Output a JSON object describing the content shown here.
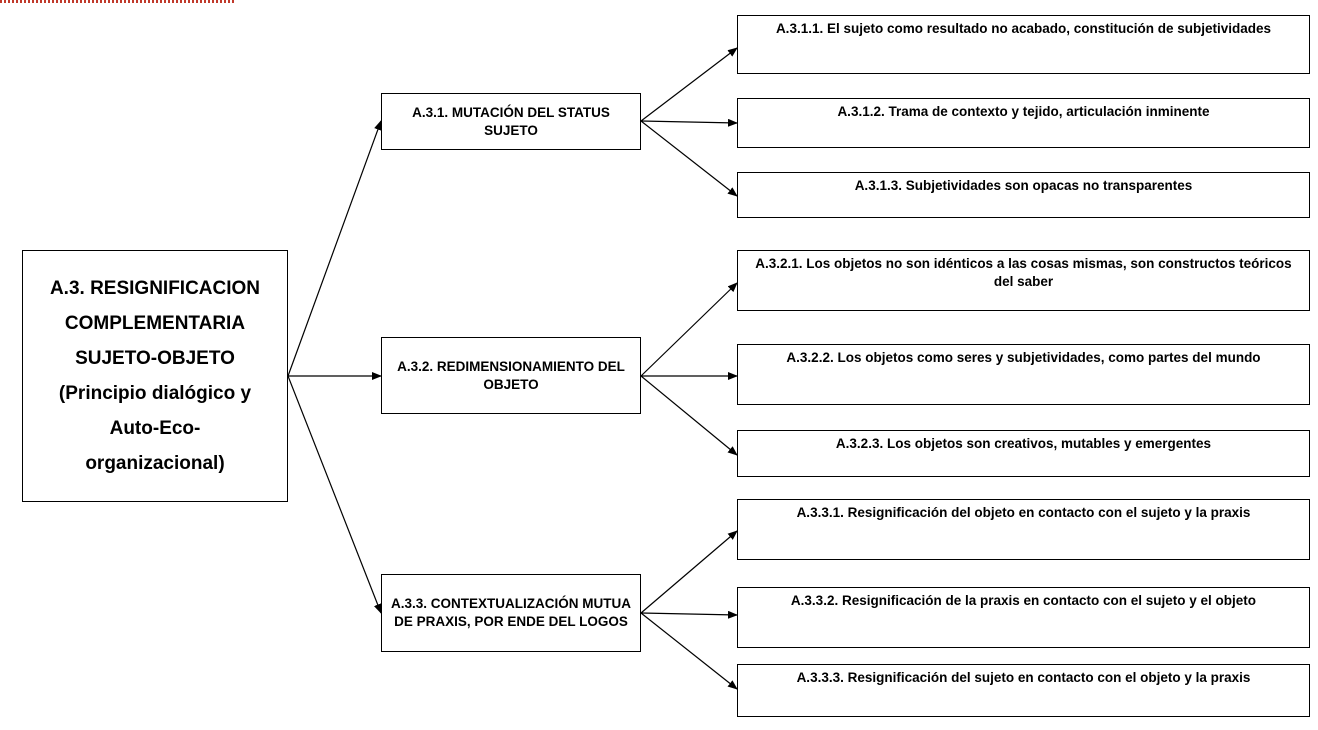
{
  "root": {
    "lines": [
      "A.3. RESIGNIFICACION",
      "COMPLEMENTARIA",
      "SUJETO-OBJETO",
      "(Principio dialógico y",
      "Auto-Eco-",
      "organizacional)"
    ]
  },
  "branches": [
    {
      "label": "A.3.1. MUTACIÓN DEL STATUS SUJETO",
      "children": [
        "A.3.1.1. El sujeto como resultado no acabado, constitución de subjetividades",
        "A.3.1.2. Trama de contexto y tejido, articulación inminente",
        "A.3.1.3. Subjetividades son opacas no transparentes"
      ]
    },
    {
      "label": "A.3.2. REDIMENSIONAMIENTO DEL OBJETO",
      "children": [
        "A.3.2.1. Los objetos no son idénticos a las cosas mismas, son constructos teóricos del saber",
        "A.3.2.2. Los objetos como seres y subjetividades, como partes del mundo",
        "A.3.2.3. Los objetos son creativos, mutables y emergentes"
      ]
    },
    {
      "label": "A.3.3. CONTEXTUALIZACIÓN MUTUA DE PRAXIS, POR ENDE DEL LOGOS",
      "children": [
        "A.3.3.1. Resignificación del objeto en contacto con el sujeto y la praxis",
        "A.3.3.2. Resignificación de la praxis en contacto con el sujeto y el objeto",
        "A.3.3.3. Resignificación del sujeto en contacto con el objeto y la praxis"
      ]
    }
  ]
}
